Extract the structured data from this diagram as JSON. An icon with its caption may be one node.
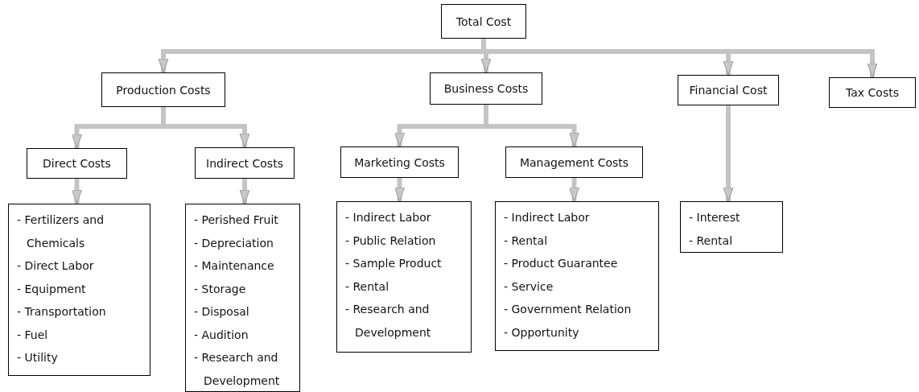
{
  "diagram": {
    "nodes": [
      {
        "text": [
          "Total Cost"
        ]
      },
      {
        "text": [
          "Production Costs"
        ]
      },
      {
        "text": [
          "Business Costs"
        ]
      },
      {
        "text": [
          "Financial Cost"
        ]
      },
      {
        "text": [
          "Tax Costs"
        ]
      },
      {
        "text": [
          "Direct Costs"
        ]
      },
      {
        "text": [
          "Indirect Costs"
        ]
      },
      {
        "text": [
          "Marketing Costs"
        ]
      },
      {
        "text": [
          "Management Costs"
        ]
      },
      {
        "text": [
          "- Fertilizers and Chemicals",
          "- Direct Labor",
          "- Equipment",
          "- Transportation",
          "- Fuel",
          "- Utility"
        ]
      },
      {
        "text": [
          "- Perished Fruit",
          "- Depreciation",
          "- Maintenance",
          "- Storage",
          "- Disposal",
          "- Audition",
          "- Research and Development"
        ]
      },
      {
        "text": [
          "- Indirect Labor",
          "- Public Relation",
          "- Sample Product",
          "- Rental",
          "- Research and Development"
        ]
      },
      {
        "text": [
          "- Indirect Labor",
          "- Rental",
          "- Product Guarantee",
          "- Service",
          "- Government Relation",
          "- Opportunity"
        ]
      },
      {
        "text": [
          "- Interest",
          "- Rental"
        ]
      }
    ],
    "edges": [
      {
        "from": 0,
        "to": 1,
        "arrow": "to"
      },
      {
        "from": 0,
        "to": 2,
        "arrow": "to"
      },
      {
        "from": 0,
        "to": 3,
        "arrow": "to"
      },
      {
        "from": 0,
        "to": 4,
        "arrow": "to"
      },
      {
        "from": 1,
        "to": 5,
        "arrow": "to"
      },
      {
        "from": 1,
        "to": 6,
        "arrow": "to"
      },
      {
        "from": 2,
        "to": 7,
        "arrow": "to"
      },
      {
        "from": 2,
        "to": 8,
        "arrow": "to"
      },
      {
        "from": 5,
        "to": 9,
        "arrow": "to"
      },
      {
        "from": 6,
        "to": 10,
        "arrow": "to"
      },
      {
        "from": 7,
        "to": 11,
        "arrow": "to"
      },
      {
        "from": 8,
        "to": 12,
        "arrow": "to"
      },
      {
        "from": 3,
        "to": 13,
        "arrow": "to"
      }
    ]
  }
}
